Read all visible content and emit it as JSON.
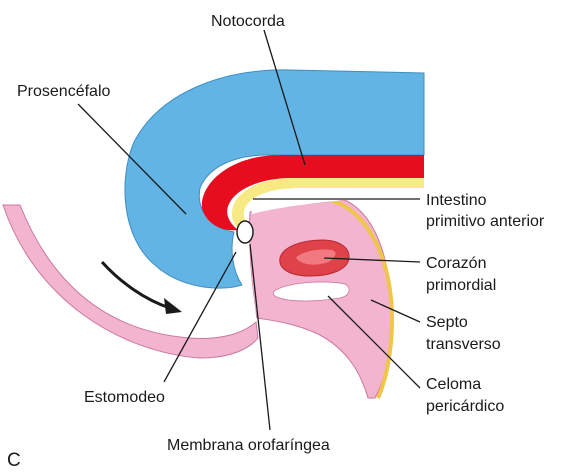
{
  "panel_letter": "C",
  "labels": {
    "notocorda": "Notocorda",
    "prosencefalo": "Prosencéfalo",
    "intestino_1": "Intestino",
    "intestino_2": "primitivo anterior",
    "corazon_1": "Corazón",
    "corazon_2": "primordial",
    "septo_1": "Septo",
    "septo_2": "transverso",
    "celoma_1": "Celoma",
    "celoma_2": "pericárdico",
    "estomodeo": "Estomodeo",
    "membrana": "Membrana orofaríngea"
  },
  "colors": {
    "brain": "#62b4e4",
    "notochord": "#e50d1e",
    "gut_lining": "#f7ea84",
    "tissue": "#f2b4cf",
    "tissue_edge": "#c9789f",
    "heart": "#e0424a",
    "heart_inner": "#f07a80",
    "septum_edge": "#f0c64a",
    "cavity": "#ffffff"
  }
}
